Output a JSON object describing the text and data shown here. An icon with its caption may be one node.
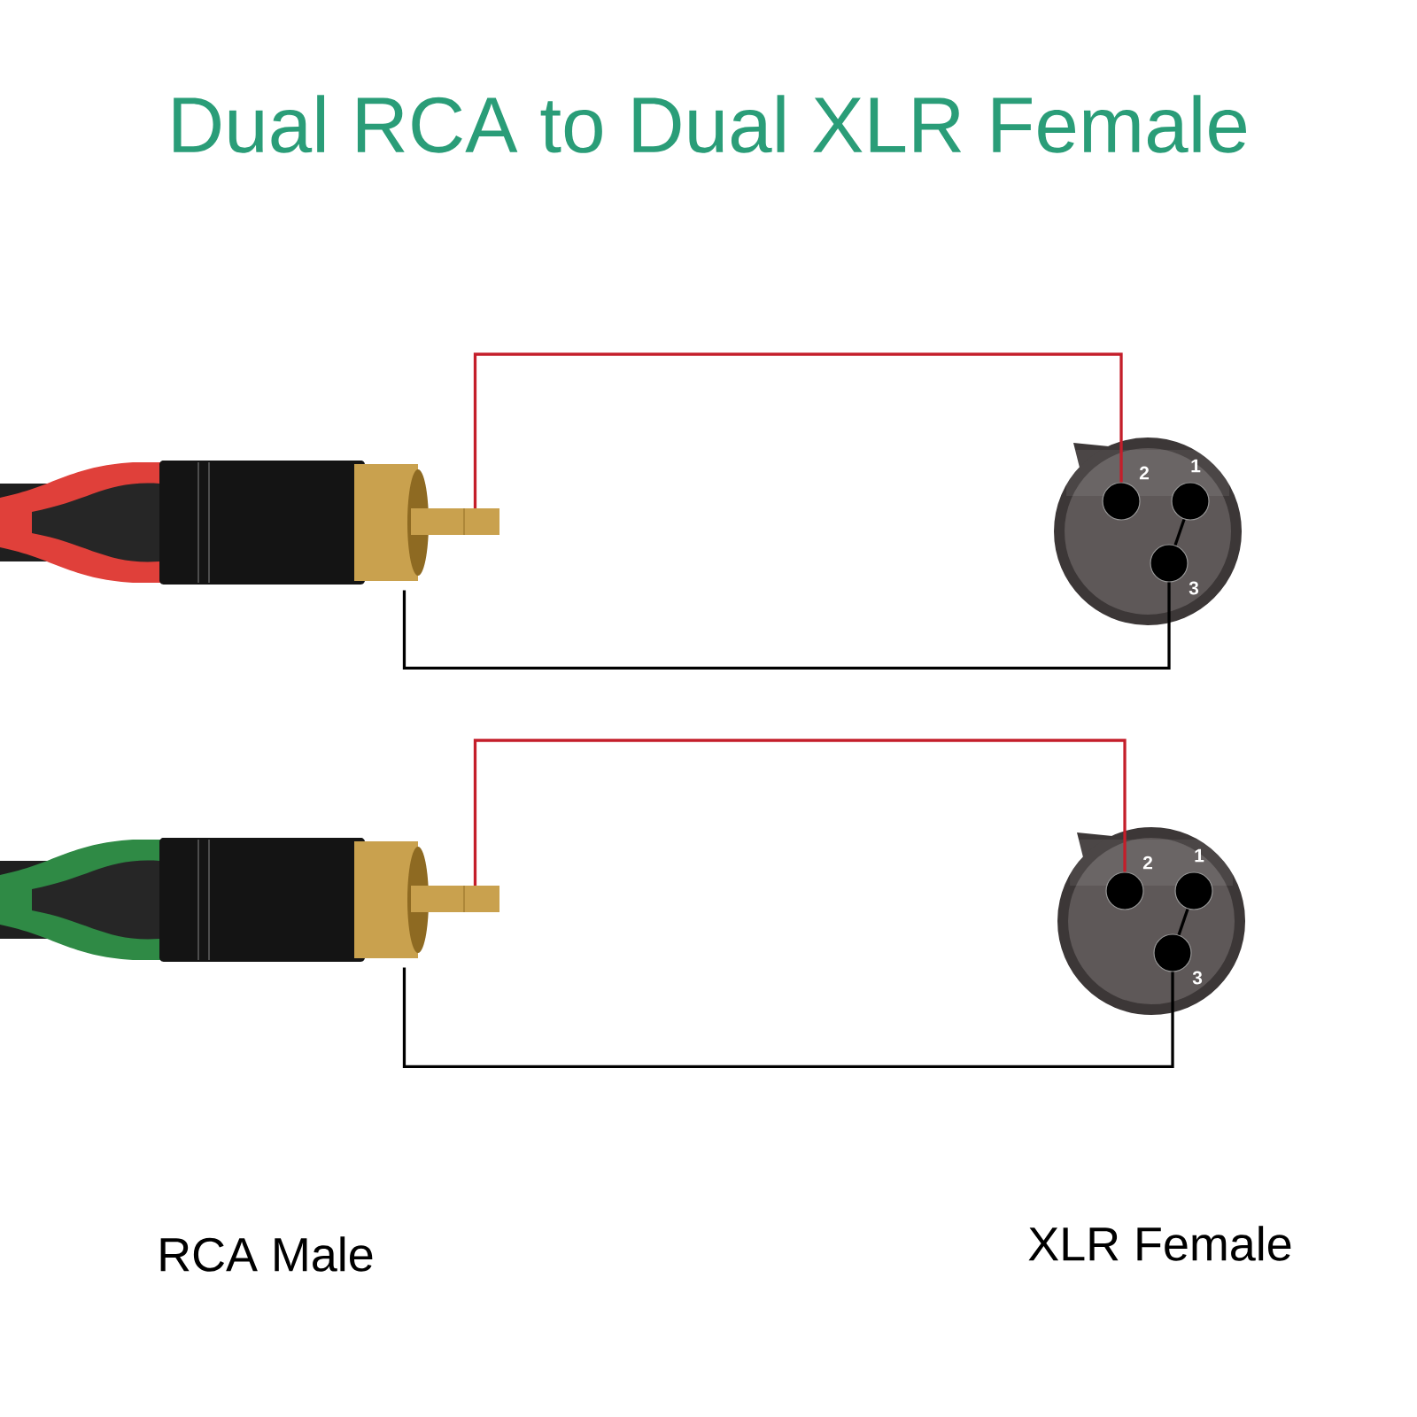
{
  "diagram": {
    "title": "Dual RCA to Dual XLR Female",
    "nodes": [
      {
        "text": [],
        "shape": "picture"
      },
      {
        "text": [],
        "shape": "circle"
      },
      {
        "text": [],
        "shape": "circle",
        "beside": [
          "2"
        ],
        "in": 1
      },
      {
        "text": [],
        "shape": "circle",
        "beside": [
          "1"
        ],
        "in": 1
      },
      {
        "text": [],
        "shape": "circle",
        "beside": [
          "3"
        ],
        "in": 1
      },
      {
        "text": [],
        "shape": "picture"
      },
      {
        "text": [],
        "shape": "circle"
      },
      {
        "text": [],
        "shape": "circle",
        "beside": [
          "2"
        ],
        "in": 6
      },
      {
        "text": [],
        "shape": "circle",
        "beside": [
          "1"
        ],
        "in": 6
      },
      {
        "text": [],
        "shape": "circle",
        "beside": [
          "3"
        ],
        "in": 6
      }
    ],
    "edges": [
      {
        "from": 0,
        "to": 2,
        "arrow": "none",
        "color": "#c41e2a"
      },
      {
        "from": 0,
        "to": 4,
        "arrow": "none"
      },
      {
        "from": 3,
        "to": 4,
        "arrow": "none"
      },
      {
        "from": 5,
        "to": 7,
        "arrow": "none",
        "color": "#c41e2a"
      },
      {
        "from": 5,
        "to": 9,
        "arrow": "none"
      },
      {
        "from": 8,
        "to": 9,
        "arrow": "none"
      }
    ],
    "labels": [
      "RCA Male",
      "XLR Female"
    ]
  }
}
